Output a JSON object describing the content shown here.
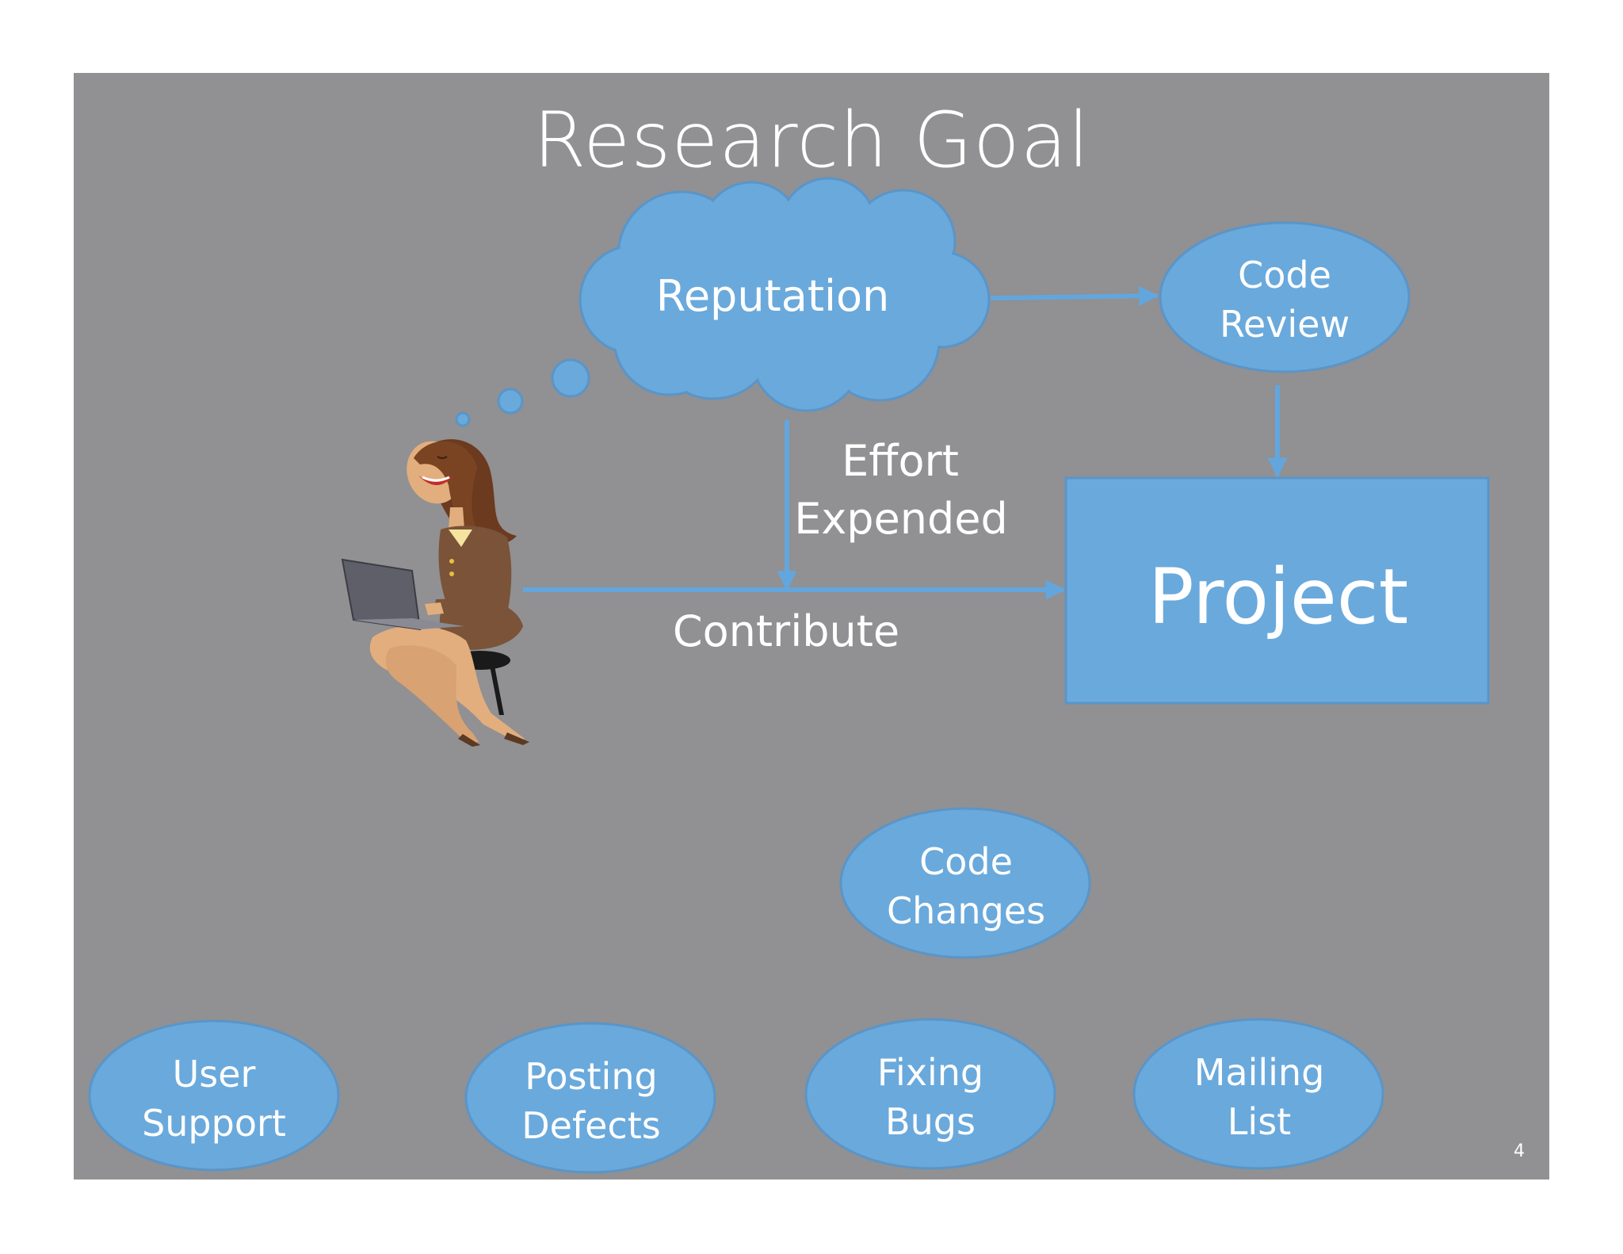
{
  "slide": {
    "title": "Research Goal",
    "page_number": "4"
  },
  "diagram": {
    "reputation": "Reputation",
    "code_review": [
      "Code",
      "Review"
    ],
    "effort_expended": [
      "Effort",
      "Expended"
    ],
    "contribute": "Contribute",
    "project": "Project",
    "code_changes": [
      "Code",
      "Changes"
    ],
    "user_support": [
      "User",
      "Support"
    ],
    "posting_defects": [
      "Posting",
      "Defects"
    ],
    "fixing_bugs": [
      "Fixing",
      "Bugs"
    ],
    "mailing_list": [
      "Mailing",
      "List"
    ]
  },
  "colors": {
    "background": "#919092",
    "shape_fill": "#6aa9dc",
    "shape_stroke": "#5a95c8",
    "arrow": "#63a6dd",
    "text": "#ffffff"
  },
  "icons": {
    "person": "woman-with-laptop-icon"
  }
}
